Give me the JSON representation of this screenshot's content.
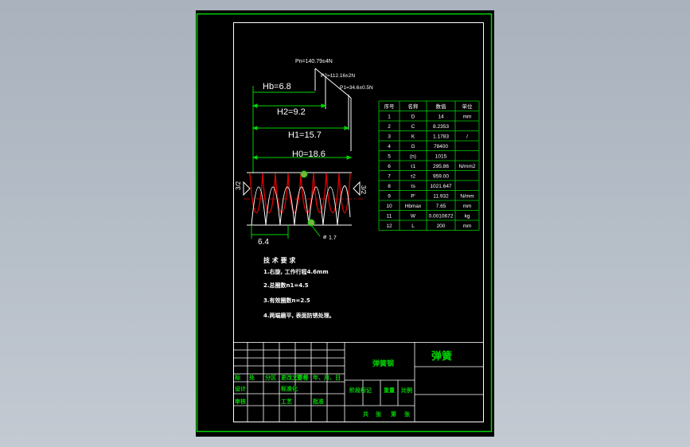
{
  "colors": {
    "background": "#000000",
    "green": "#00d400",
    "white": "#ffffff",
    "red": "#e00000",
    "frame": "#ffffff"
  },
  "load_labels": {
    "pn": "Pn=140.79±4N",
    "p2": "P2=112.16±2N",
    "p1": "P1=34.6±0.5N"
  },
  "heights": {
    "hb": "Hb=6.8",
    "h2": "H2=9.2",
    "h1": "H1=15.7",
    "h0": "H0=18.6"
  },
  "spring_view": {
    "left_angle": "3/2",
    "right_angle": "3/2",
    "pitch": "6.4",
    "wire_dia": "1.7"
  },
  "param_table": {
    "headers": [
      "序号",
      "名称",
      "数值",
      "单位"
    ],
    "rows": [
      [
        "1",
        "D",
        "14",
        "mm"
      ],
      [
        "2",
        "C",
        "8.2353",
        ""
      ],
      [
        "3",
        "K",
        "1.1783",
        "/"
      ],
      [
        "4",
        "G",
        "78400",
        ""
      ],
      [
        "5",
        "(n)",
        "1015",
        ""
      ],
      [
        "6",
        "τ1",
        "295.86",
        "N/mm2"
      ],
      [
        "7",
        "τ2",
        "959.00",
        ""
      ],
      [
        "8",
        "τs",
        "1021.647",
        ""
      ],
      [
        "9",
        "P'",
        "11.932",
        "N/mm"
      ],
      [
        "10",
        "Hbmax",
        "7.65",
        "mm"
      ],
      [
        "11",
        "W",
        "0.0010672",
        "kg"
      ],
      [
        "12",
        "L",
        "200",
        "mm"
      ]
    ]
  },
  "tech_requirements": {
    "title": "技 术 要 求",
    "items": [
      "1.右旋, 工作行程4.6mm",
      "2.总圈数n1=4.5",
      "3.有效圈数n=2.5",
      "4.两端磨平, 表面防锈处理。"
    ]
  },
  "title_block": {
    "material": "弹簧钢",
    "part_name": "弹簧",
    "row1": [
      "标",
      "处",
      "分区",
      "更改文件号",
      "签名",
      "年、月、日"
    ],
    "row2": [
      "设计",
      "",
      "",
      "标准化",
      "",
      ""
    ],
    "row3": [
      "审核",
      "",
      "",
      "工艺",
      "",
      "批准"
    ],
    "stage_labels": [
      "阶段标记",
      "重量",
      "比例"
    ],
    "sheet_labels": [
      "共",
      "张",
      "第",
      "张"
    ]
  }
}
